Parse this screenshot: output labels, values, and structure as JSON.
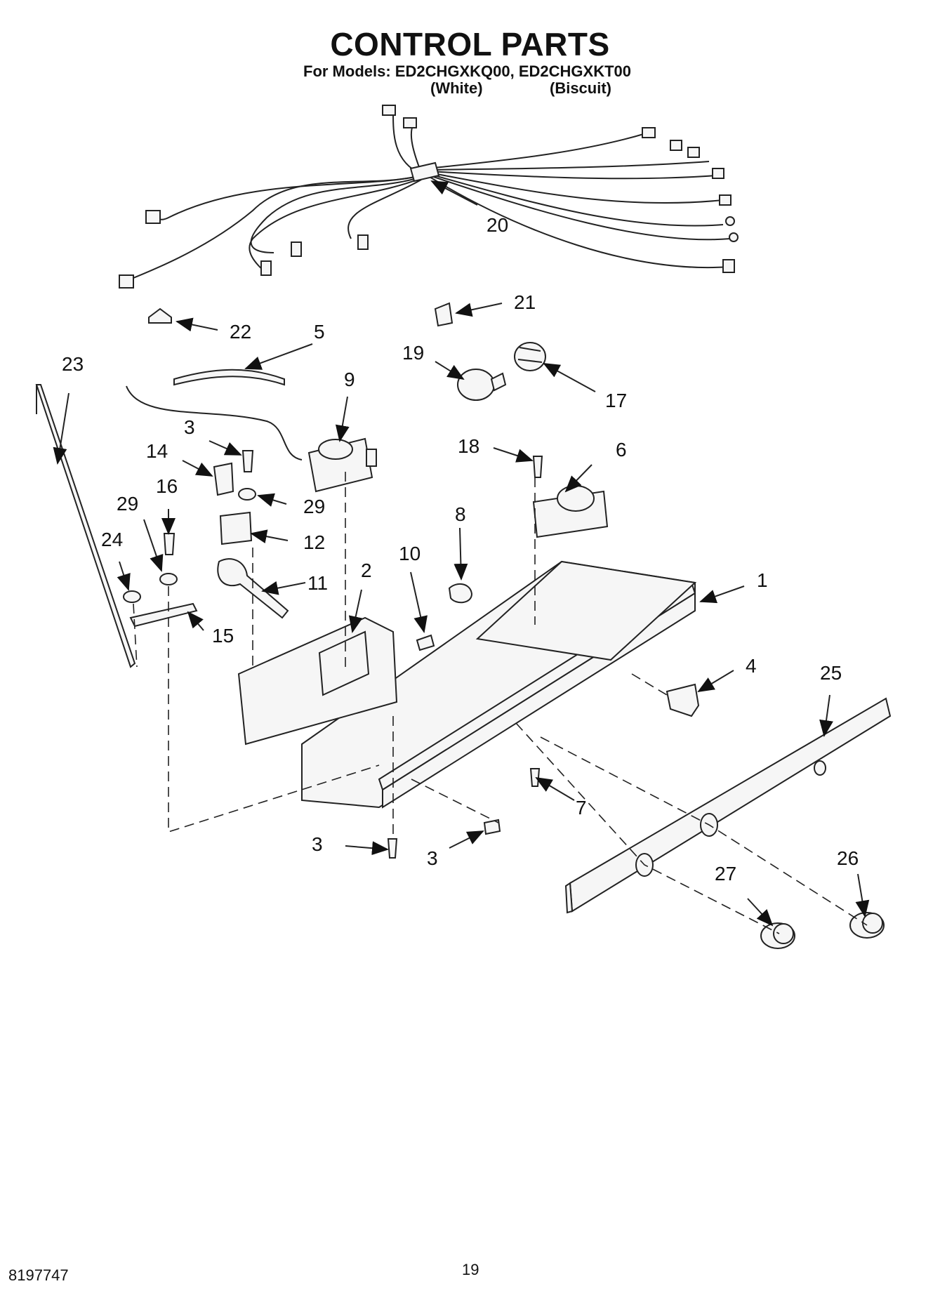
{
  "header": {
    "title": "CONTROL PARTS",
    "models_line": "For Models: ED2CHGXKQ00, ED2CHGXKT00",
    "variant_1": "(White)",
    "variant_2": "(Biscuit)"
  },
  "callouts": {
    "c20": "20",
    "c21": "21",
    "c22": "22",
    "c5": "5",
    "c23": "23",
    "c19": "19",
    "c17": "17",
    "c9": "9",
    "c3a": "3",
    "c18": "18",
    "c6": "6",
    "c14": "14",
    "c29a": "29",
    "c16": "16",
    "c29b": "29",
    "c8": "8",
    "c12": "12",
    "c24": "24",
    "c10": "10",
    "c2": "2",
    "c11": "11",
    "c1": "1",
    "c15": "15",
    "c4": "4",
    "c25": "25",
    "c7": "7",
    "c3b": "3",
    "c3c": "3",
    "c26": "26",
    "c27": "27"
  },
  "footer": {
    "doc_number": "8197747",
    "page_number": "19"
  }
}
